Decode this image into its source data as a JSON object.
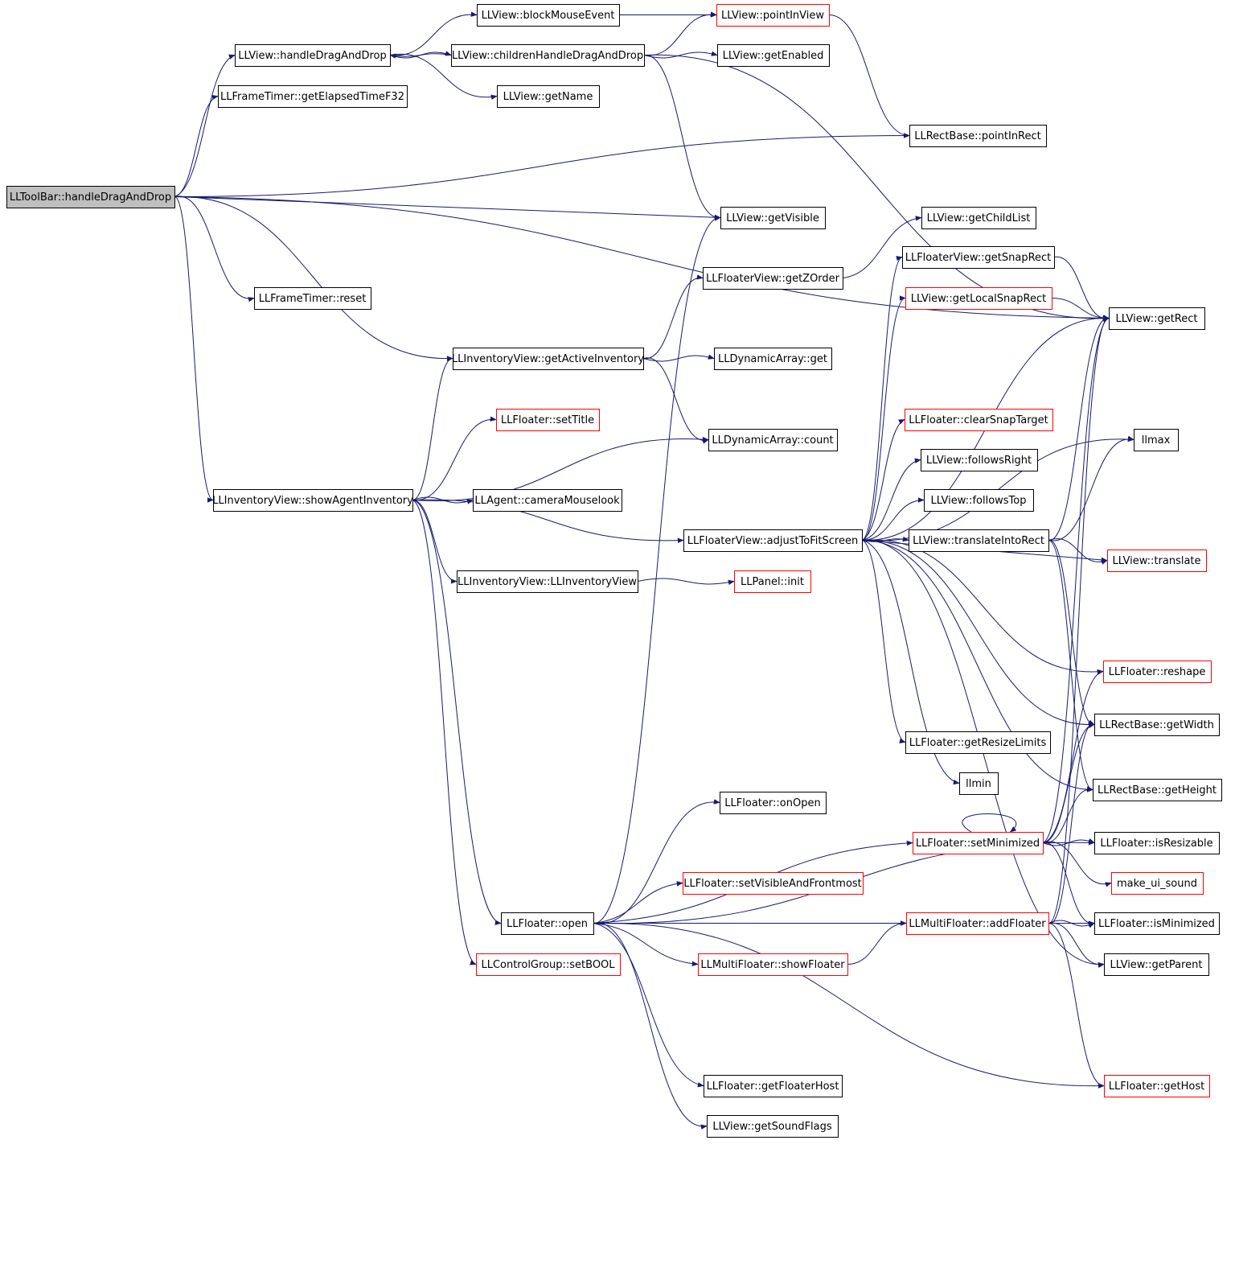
{
  "diagram": {
    "colors": {
      "edge": "#191970",
      "border_normal": "#000000",
      "border_truncated": "#ff0000",
      "root_fill": "#bfbfbf",
      "node_fill": "#ffffff",
      "text": "#000000"
    },
    "nodes": [
      {
        "id": "root",
        "label": "LLToolBar::handleDragAndDrop",
        "style": "root"
      },
      {
        "id": "v_hdad",
        "label": "LLView::handleDragAndDrop",
        "style": "normal"
      },
      {
        "id": "ft_get",
        "label": "LLFrameTimer::getElapsedTimeF32",
        "style": "normal"
      },
      {
        "id": "ft_reset",
        "label": "LLFrameTimer::reset",
        "style": "normal"
      },
      {
        "id": "v_bme",
        "label": "LLView::blockMouseEvent",
        "style": "normal"
      },
      {
        "id": "v_chdad",
        "label": "LLView::childrenHandleDragAndDrop",
        "style": "normal"
      },
      {
        "id": "v_getname",
        "label": "LLView::getName",
        "style": "normal"
      },
      {
        "id": "v_piv",
        "label": "LLView::pointInView",
        "style": "truncated"
      },
      {
        "id": "v_enabled",
        "label": "LLView::getEnabled",
        "style": "normal"
      },
      {
        "id": "rb_pir",
        "label": "LLRectBase::pointInRect",
        "style": "normal"
      },
      {
        "id": "v_visible",
        "label": "LLView::getVisible",
        "style": "normal"
      },
      {
        "id": "v_childlist",
        "label": "LLView::getChildList",
        "style": "normal"
      },
      {
        "id": "fv_snaprect",
        "label": "LLFloaterView::getSnapRect",
        "style": "normal"
      },
      {
        "id": "fv_zorder",
        "label": "LLFloaterView::getZOrder",
        "style": "normal"
      },
      {
        "id": "v_localsnap",
        "label": "LLView::getLocalSnapRect",
        "style": "truncated"
      },
      {
        "id": "v_rect",
        "label": "LLView::getRect",
        "style": "normal"
      },
      {
        "id": "iv_active",
        "label": "LLInventoryView::getActiveInventory",
        "style": "normal"
      },
      {
        "id": "da_get",
        "label": "LLDynamicArray::get",
        "style": "normal"
      },
      {
        "id": "f_settitle",
        "label": "LLFloater::setTitle",
        "style": "truncated"
      },
      {
        "id": "f_clearsnap",
        "label": "LLFloater::clearSnapTarget",
        "style": "truncated"
      },
      {
        "id": "llmax",
        "label": "llmax",
        "style": "normal"
      },
      {
        "id": "da_count",
        "label": "LLDynamicArray::count",
        "style": "normal"
      },
      {
        "id": "v_fright",
        "label": "LLView::followsRight",
        "style": "normal"
      },
      {
        "id": "iv_show",
        "label": "LLInventoryView::showAgentInventory",
        "style": "normal"
      },
      {
        "id": "ag_mouselook",
        "label": "LLAgent::cameraMouselook",
        "style": "normal"
      },
      {
        "id": "v_ftop",
        "label": "LLView::followsTop",
        "style": "normal"
      },
      {
        "id": "fv_adjust",
        "label": "LLFloaterView::adjustToFitScreen",
        "style": "normal"
      },
      {
        "id": "v_tir",
        "label": "LLView::translateIntoRect",
        "style": "normal"
      },
      {
        "id": "v_translate",
        "label": "LLView::translate",
        "style": "truncated"
      },
      {
        "id": "iv_ctor",
        "label": "LLInventoryView::LLInventoryView",
        "style": "normal"
      },
      {
        "id": "p_init",
        "label": "LLPanel::init",
        "style": "truncated"
      },
      {
        "id": "f_reshape",
        "label": "LLFloater::reshape",
        "style": "truncated"
      },
      {
        "id": "rb_width",
        "label": "LLRectBase::getWidth",
        "style": "normal"
      },
      {
        "id": "f_resize",
        "label": "LLFloater::getResizeLimits",
        "style": "normal"
      },
      {
        "id": "llmin",
        "label": "llmin",
        "style": "normal"
      },
      {
        "id": "rb_height",
        "label": "LLRectBase::getHeight",
        "style": "normal"
      },
      {
        "id": "f_onopen",
        "label": "LLFloater::onOpen",
        "style": "normal"
      },
      {
        "id": "f_setmin",
        "label": "LLFloater::setMinimized",
        "style": "truncated"
      },
      {
        "id": "f_isresizable",
        "label": "LLFloater::isResizable",
        "style": "normal"
      },
      {
        "id": "f_svaf",
        "label": "LLFloater::setVisibleAndFrontmost",
        "style": "truncated"
      },
      {
        "id": "ui_sound",
        "label": "make_ui_sound",
        "style": "truncated"
      },
      {
        "id": "f_open",
        "label": "LLFloater::open",
        "style": "normal"
      },
      {
        "id": "mf_add",
        "label": "LLMultiFloater::addFloater",
        "style": "truncated"
      },
      {
        "id": "f_isminimized",
        "label": "LLFloater::isMinimized",
        "style": "normal"
      },
      {
        "id": "cg_setbool",
        "label": "LLControlGroup::setBOOL",
        "style": "truncated"
      },
      {
        "id": "mf_show",
        "label": "LLMultiFloater::showFloater",
        "style": "truncated"
      },
      {
        "id": "v_parent",
        "label": "LLView::getParent",
        "style": "normal"
      },
      {
        "id": "f_host",
        "label": "LLFloater::getFloaterHost",
        "style": "normal"
      },
      {
        "id": "f_gethost",
        "label": "LLFloater::getHost",
        "style": "truncated"
      },
      {
        "id": "v_sound",
        "label": "LLView::getSoundFlags",
        "style": "normal"
      }
    ],
    "edges": [
      {
        "from": "root",
        "to": "v_hdad"
      },
      {
        "from": "root",
        "to": "ft_get"
      },
      {
        "from": "root",
        "to": "rb_pir"
      },
      {
        "from": "root",
        "to": "v_rect"
      },
      {
        "from": "root",
        "to": "v_visible"
      },
      {
        "from": "root",
        "to": "ft_reset"
      },
      {
        "from": "root",
        "to": "iv_active"
      },
      {
        "from": "root",
        "to": "iv_show"
      },
      {
        "from": "v_hdad",
        "to": "v_bme"
      },
      {
        "from": "v_hdad",
        "to": "v_chdad"
      },
      {
        "from": "v_hdad",
        "to": "v_getname"
      },
      {
        "from": "v_chdad",
        "to": "v_hdad"
      },
      {
        "from": "v_bme",
        "to": "v_piv"
      },
      {
        "from": "v_chdad",
        "to": "v_piv"
      },
      {
        "from": "v_chdad",
        "to": "v_enabled"
      },
      {
        "from": "v_chdad",
        "to": "v_rect"
      },
      {
        "from": "v_chdad",
        "to": "v_visible"
      },
      {
        "from": "v_piv",
        "to": "rb_pir"
      },
      {
        "from": "iv_active",
        "to": "fv_zorder"
      },
      {
        "from": "iv_active",
        "to": "da_get"
      },
      {
        "from": "iv_active",
        "to": "da_count"
      },
      {
        "from": "fv_zorder",
        "to": "v_childlist"
      },
      {
        "from": "iv_show",
        "to": "iv_active"
      },
      {
        "from": "iv_show",
        "to": "f_settitle"
      },
      {
        "from": "iv_show",
        "to": "da_count"
      },
      {
        "from": "iv_show",
        "to": "ag_mouselook"
      },
      {
        "from": "iv_show",
        "to": "fv_adjust"
      },
      {
        "from": "iv_show",
        "to": "iv_ctor"
      },
      {
        "from": "iv_show",
        "to": "f_open"
      },
      {
        "from": "iv_show",
        "to": "cg_setbool"
      },
      {
        "from": "iv_ctor",
        "to": "p_init"
      },
      {
        "from": "fv_adjust",
        "to": "fv_snaprect"
      },
      {
        "from": "fv_adjust",
        "to": "v_localsnap"
      },
      {
        "from": "fv_adjust",
        "to": "v_rect"
      },
      {
        "from": "fv_adjust",
        "to": "llmax"
      },
      {
        "from": "fv_adjust",
        "to": "f_clearsnap"
      },
      {
        "from": "fv_adjust",
        "to": "v_fright"
      },
      {
        "from": "fv_adjust",
        "to": "v_ftop"
      },
      {
        "from": "fv_adjust",
        "to": "v_tir"
      },
      {
        "from": "fv_adjust",
        "to": "v_translate"
      },
      {
        "from": "fv_adjust",
        "to": "f_reshape"
      },
      {
        "from": "fv_adjust",
        "to": "rb_width"
      },
      {
        "from": "fv_adjust",
        "to": "rb_height"
      },
      {
        "from": "fv_adjust",
        "to": "f_resize"
      },
      {
        "from": "fv_adjust",
        "to": "llmin"
      },
      {
        "from": "fv_adjust",
        "to": "v_parent"
      },
      {
        "from": "fv_snaprect",
        "to": "v_rect"
      },
      {
        "from": "v_localsnap",
        "to": "v_rect"
      },
      {
        "from": "v_tir",
        "to": "v_rect"
      },
      {
        "from": "v_tir",
        "to": "llmax"
      },
      {
        "from": "v_tir",
        "to": "v_translate"
      },
      {
        "from": "v_tir",
        "to": "rb_width"
      },
      {
        "from": "v_tir",
        "to": "rb_height"
      },
      {
        "from": "f_open",
        "to": "v_visible"
      },
      {
        "from": "f_open",
        "to": "f_onopen"
      },
      {
        "from": "f_open",
        "to": "f_setmin"
      },
      {
        "from": "f_open",
        "to": "f_svaf"
      },
      {
        "from": "f_open",
        "to": "mf_add"
      },
      {
        "from": "f_open",
        "to": "mf_show"
      },
      {
        "from": "f_open",
        "to": "f_host"
      },
      {
        "from": "f_open",
        "to": "v_sound"
      },
      {
        "from": "f_open",
        "to": "f_gethost"
      },
      {
        "from": "f_open",
        "to": "f_isminimized"
      },
      {
        "from": "f_open",
        "to": "f_isresizable"
      },
      {
        "from": "f_setmin",
        "to": "f_setmin"
      },
      {
        "from": "f_setmin",
        "to": "v_rect"
      },
      {
        "from": "f_setmin",
        "to": "f_reshape"
      },
      {
        "from": "f_setmin",
        "to": "rb_width"
      },
      {
        "from": "f_setmin",
        "to": "rb_height"
      },
      {
        "from": "f_setmin",
        "to": "f_isresizable"
      },
      {
        "from": "f_setmin",
        "to": "ui_sound"
      },
      {
        "from": "f_setmin",
        "to": "f_isminimized"
      },
      {
        "from": "mf_show",
        "to": "mf_add"
      },
      {
        "from": "mf_add",
        "to": "v_rect"
      },
      {
        "from": "mf_add",
        "to": "rb_width"
      },
      {
        "from": "mf_add",
        "to": "f_isminimized"
      },
      {
        "from": "mf_add",
        "to": "v_parent"
      },
      {
        "from": "mf_add",
        "to": "f_gethost"
      }
    ]
  }
}
